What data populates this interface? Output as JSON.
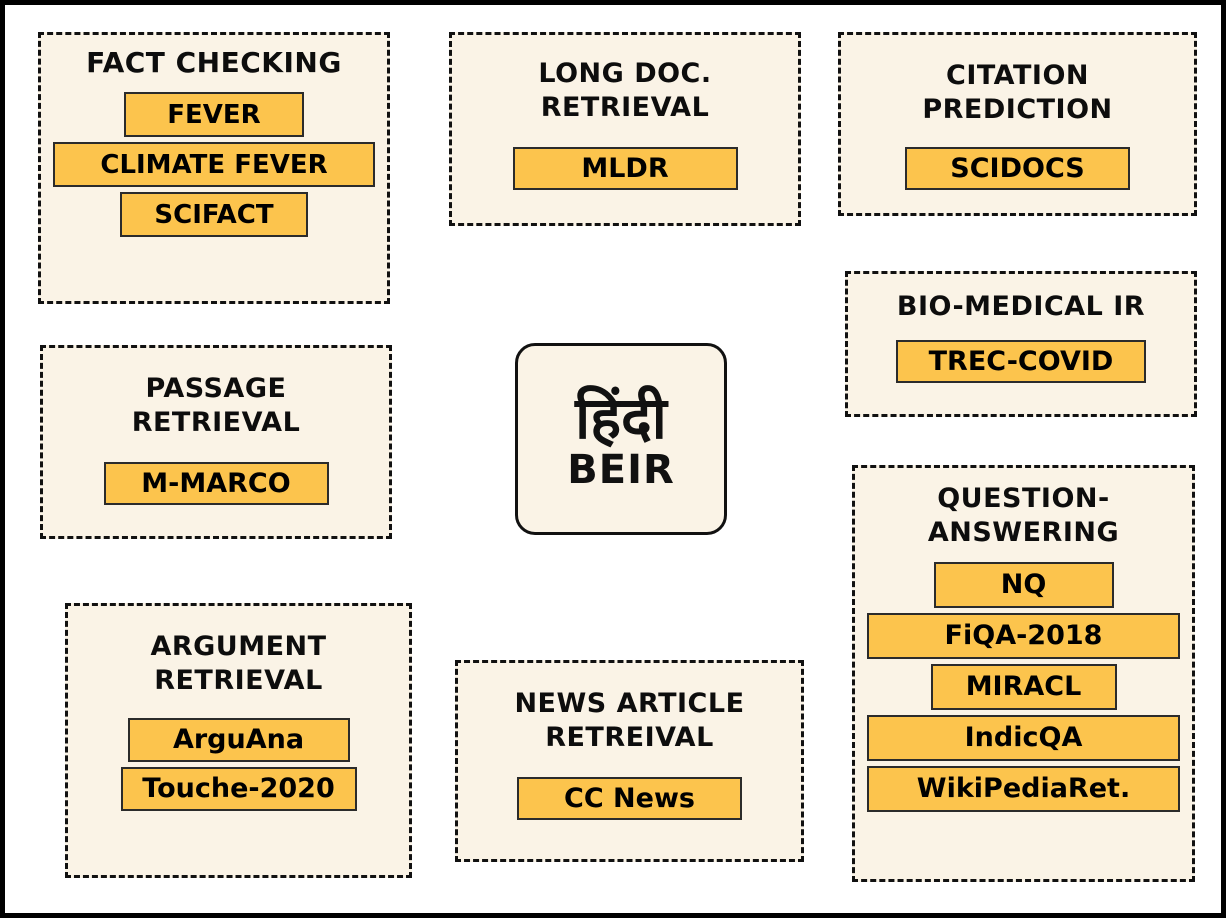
{
  "page": {
    "background_color": "#ffffff",
    "frame_color": "#000000",
    "box_background_color": "#FAF3E6",
    "pill_color": "#FCC44D",
    "text_color": "#0d0d0d"
  },
  "logo": {
    "script_text": "हिंदी",
    "name": "BEIR"
  },
  "categories": [
    {
      "id": "fact-checking",
      "title": "FACT CHECKING",
      "datasets": [
        "FEVER",
        "CLIMATE  FEVER",
        "SCIFACT"
      ]
    },
    {
      "id": "long-doc",
      "title": "LONG DOC.\nRETRIEVAL",
      "datasets": [
        "MLDR"
      ]
    },
    {
      "id": "citation",
      "title": "CITATION\nPREDICTION",
      "datasets": [
        "SCIDOCS"
      ]
    },
    {
      "id": "bio-medical",
      "title": "BIO-MEDICAL IR",
      "datasets": [
        "TREC-COVID"
      ]
    },
    {
      "id": "passage",
      "title": "PASSAGE\nRETRIEVAL",
      "datasets": [
        "M-MARCO"
      ]
    },
    {
      "id": "question-answering",
      "title": "QUESTION-\nANSWERING",
      "datasets": [
        "NQ",
        "FiQA-2018",
        "MIRACL",
        "IndicQA",
        "WikiPediaRet."
      ]
    },
    {
      "id": "argument",
      "title": "ARGUMENT\nRETRIEVAL",
      "datasets": [
        "ArguAna",
        "Touche-2020"
      ]
    },
    {
      "id": "news",
      "title": "NEWS ARTICLE\nRETREIVAL",
      "datasets": [
        "CC News"
      ]
    }
  ]
}
